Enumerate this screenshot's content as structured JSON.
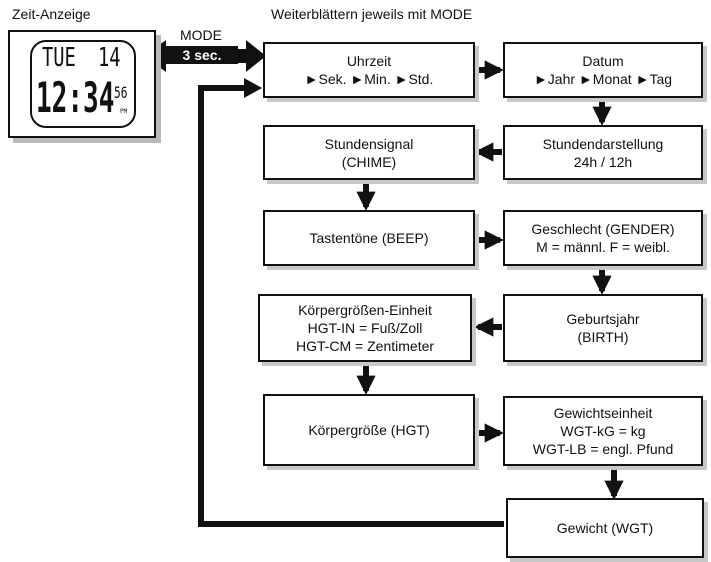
{
  "display_label": "Zeit-Anzeige",
  "header_note": "Weiterblättern jeweils mit MODE",
  "mode_key": {
    "label": "MODE",
    "duration": "3 sec."
  },
  "watch": {
    "day": "TUE",
    "date": "14",
    "time": "12:34",
    "seconds": "56",
    "pm_mark": "PM"
  },
  "steps": {
    "uhrzeit": {
      "title": "Uhrzeit",
      "line2": "►Sek. ►Min. ►Std."
    },
    "datum": {
      "title": "Datum",
      "line2": "►Jahr ►Monat ►Tag"
    },
    "stundendarstellung": {
      "title": "Stundendarstellung",
      "line2": "24h / 12h"
    },
    "stundensignal": {
      "title": "Stundensignal",
      "line2": "(CHIME)"
    },
    "tastentoene": {
      "title": "Tastentöne (BEEP)"
    },
    "geschlecht": {
      "title": "Geschlecht (GENDER)",
      "line2": "M = männl. F = weibl."
    },
    "geburtsjahr": {
      "title": "Geburtsjahr",
      "line2": "(BIRTH)"
    },
    "koerpergroessen_einheit": {
      "title": "Körpergrößen-Einheit",
      "line2": "HGT-IN = Fuß/Zoll",
      "line3": "HGT-CM = Zentimeter"
    },
    "koerpergroesse": {
      "title": "Körpergröße (HGT)"
    },
    "gewichtseinheit": {
      "title": "Gewichtseinheit",
      "line2": "WGT-kG = kg",
      "line3": "WGT-LB = engl. Pfund"
    },
    "gewicht": {
      "title": "Gewicht (WGT)"
    }
  }
}
